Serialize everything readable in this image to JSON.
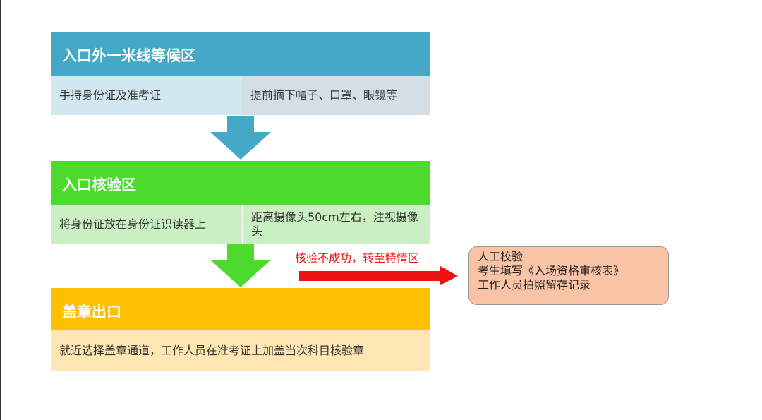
{
  "steps": [
    {
      "title": "入口外一米线等候区",
      "items": [
        "手持身份证及准考证",
        "提前摘下帽子、口罩、眼镜等"
      ],
      "color": "#44a9c6",
      "light": [
        "#d2e8ef",
        "#d3dee7"
      ]
    },
    {
      "title": "入口核验区",
      "items": [
        "将身份证放在身份证识读器上",
        "距离摄像头50cm左右，注视摄像头"
      ],
      "color": "#4cdb2c",
      "light": [
        "#c9efc3",
        "#c9efc3"
      ]
    },
    {
      "title": "盖章出口",
      "items": [
        "就近选择盖章通道，工作人员在准考证上加盖当次科目核验章"
      ],
      "color": "#ffc000",
      "light": [
        "#ffe6b3"
      ]
    }
  ],
  "branch": {
    "label": "核验不成功，转至特情区",
    "color": "#ee1111",
    "box_lines": [
      "人工校验",
      "考生填写《入场资格审核表》",
      "工作人员拍照留存记录"
    ],
    "box_color": "#f9c3a6"
  }
}
